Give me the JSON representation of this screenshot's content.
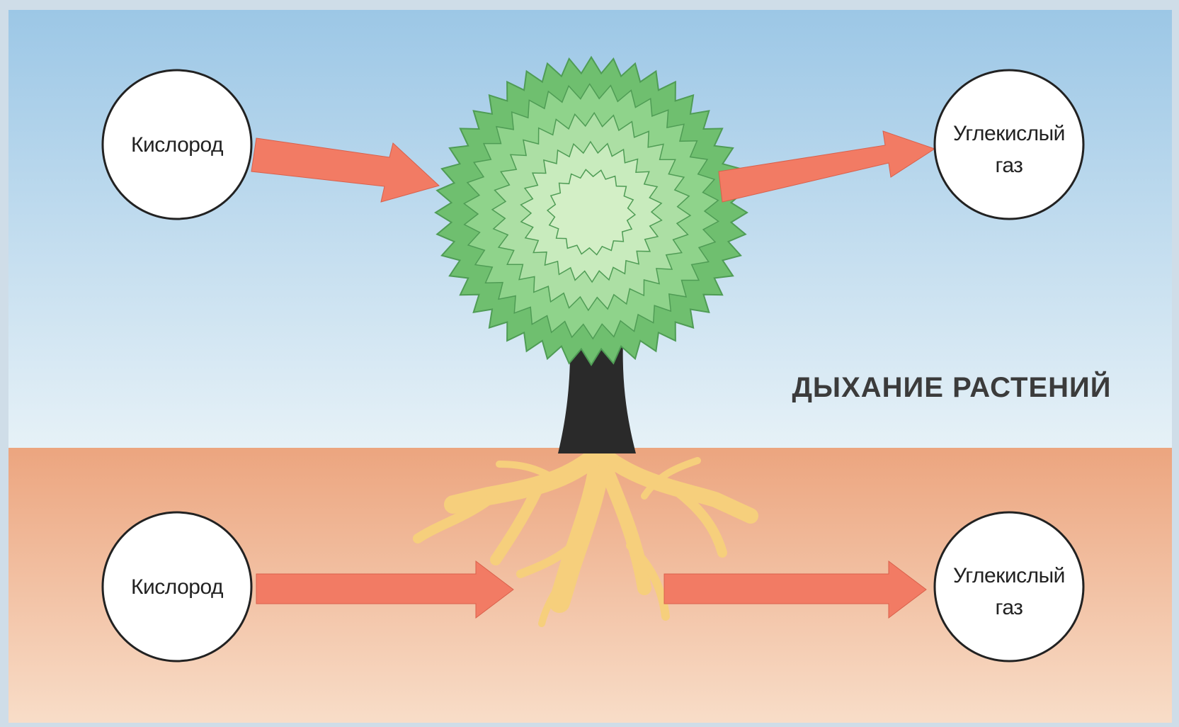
{
  "title": "ДЫХАНИЕ РАСТЕНИЙ",
  "nodes": {
    "top_left": {
      "lines": [
        "Кислород"
      ]
    },
    "top_right": {
      "lines": [
        "Углекислый",
        "газ"
      ]
    },
    "bottom_left": {
      "lines": [
        "Кислород"
      ]
    },
    "bottom_right": {
      "lines": [
        "Углекислый",
        "газ"
      ]
    }
  },
  "colors": {
    "sky_top": "#9cc7e6",
    "sky_bottom": "#e6f1f7",
    "soil_top": "#eca57f",
    "soil_bottom": "#f8ddc8",
    "arrow": "#f27b64",
    "canopy_outer": "#7fc87e",
    "canopy_inner": "#d3efc6",
    "trunk": "#2a2a2a",
    "roots": "#f6cf7c",
    "node_fill": "#ffffff",
    "node_stroke": "#222222",
    "frame": "#cfdde8"
  }
}
